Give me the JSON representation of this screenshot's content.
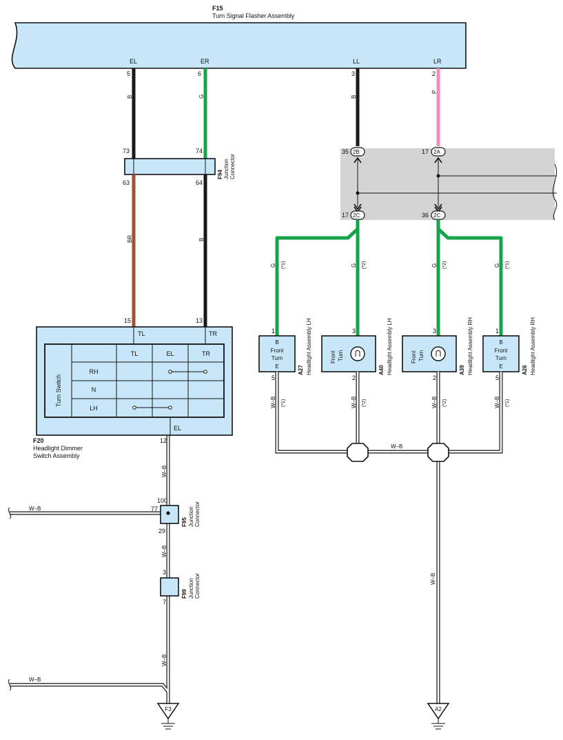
{
  "colors": {
    "component_fill": "#c7e6f7",
    "junction_block_fill": "#d4d4d4",
    "B": "#1a1a1a",
    "G": "#16a34a",
    "P": "#f08cbe",
    "BR": "#a0522d",
    "W-B": "#ffffff"
  },
  "flasher": {
    "code": "F15",
    "name": "Turn Signal Flasher Assembly",
    "terminals": [
      {
        "label": "EL",
        "pin": "5"
      },
      {
        "label": "ER",
        "pin": "6"
      },
      {
        "label": "LL",
        "pin": "3"
      },
      {
        "label": "LR",
        "pin": "2"
      }
    ]
  },
  "wires": {
    "el_top": "B",
    "er_top": "G",
    "ll_top": "B",
    "lr_top": "P",
    "f94_left_bottom": "BR",
    "f94_right_bottom": "B",
    "feed_a27": "G",
    "feed_a40": "G",
    "feed_a39": "G",
    "feed_a26": "G",
    "gnd_a27": "W–B",
    "gnd_a40": "W–B",
    "gnd_a39": "W–B",
    "gnd_a26": "W–B",
    "gnd_bus": "W–B",
    "gnd_a2": "W–B",
    "f20_down": "W–B",
    "f95_left": "W–B",
    "f95_down": "W–B",
    "f99_down": "W–B",
    "lower_left": "W–B"
  },
  "notes": {
    "n1": "(*1)",
    "n2": "(*2)"
  },
  "f94": {
    "code": "F94",
    "name_line1": "Junction",
    "name_line2": "Connector",
    "pin_top_left": "73",
    "pin_top_right": "74",
    "pin_bottom_left": "63",
    "pin_bottom_right": "64"
  },
  "junction_block": {
    "top_left_pin": "35",
    "top_left_conn": "2B",
    "top_right_pin": "17",
    "top_right_conn": "2A",
    "bottom_left_pin": "17",
    "bottom_left_conn": "2C",
    "bottom_right_pin": "36",
    "bottom_right_conn": "2C"
  },
  "f20": {
    "code": "F20",
    "name_line1": "Headlight Dimmer",
    "name_line2": "Switch Assembly",
    "pin_tl": "15",
    "pin_tr": "13",
    "pin_el": "12",
    "term_tl": "TL",
    "term_tr": "TR",
    "term_el": "EL",
    "switch_label": "Turn Switch",
    "headers": [
      "TL",
      "EL",
      "TR"
    ],
    "rows": [
      "RH",
      "N",
      "LH"
    ]
  },
  "a27": {
    "code": "A27",
    "name": "Headlight Assembly LH",
    "line1": "B",
    "line2": "Front",
    "line3": "Turn",
    "line4": "E",
    "pin_top": "1",
    "pin_bottom": "5"
  },
  "a40": {
    "code": "A40",
    "name": "Headlight Assembly LH",
    "line1": "Front",
    "line2": "Turn",
    "pin_top": "3",
    "pin_bottom": "2"
  },
  "a39": {
    "code": "A39",
    "name": "Headlight Assembly RH",
    "line1": "Front",
    "line2": "Turn",
    "pin_top": "3",
    "pin_bottom": "2"
  },
  "a26": {
    "code": "A26",
    "name": "Headlight Assembly RH",
    "line1": "B",
    "line2": "Front",
    "line3": "Turn",
    "line4": "E",
    "pin_top": "1",
    "pin_bottom": "5"
  },
  "f95": {
    "code": "F95",
    "name_line1": "Junction",
    "name_line2": "Connector",
    "pin_top": "100",
    "pin_left": "77",
    "pin_bottom": "29"
  },
  "f99": {
    "code": "F99",
    "name_line1": "Junction",
    "name_line2": "Connector",
    "pin_top": "3",
    "pin_bottom": "7"
  },
  "grounds": {
    "left": "F3",
    "right": "A2"
  }
}
